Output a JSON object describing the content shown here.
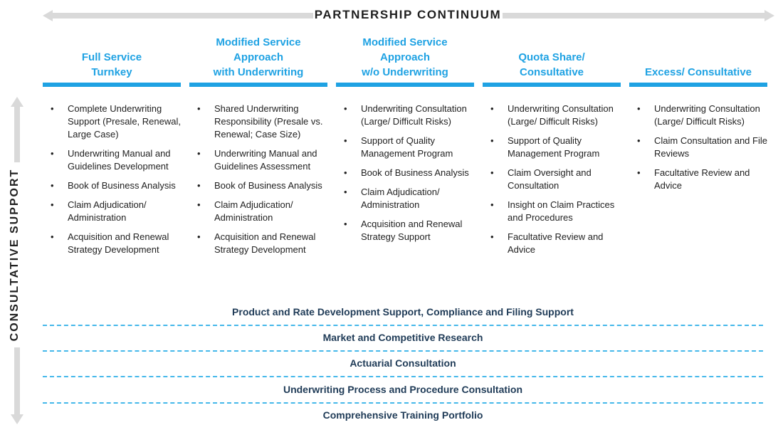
{
  "title": "PARTNERSHIP CONTINUUM",
  "side_label": "CONSULTATIVE SUPPORT",
  "columns": [
    {
      "heading": [
        "Full Service",
        "Turnkey"
      ],
      "items": [
        "Complete Underwriting Support (Presale, Renewal, Large Case)",
        "Underwriting Manual and Guidelines Development",
        "Book of Business Analysis",
        "Claim Adjudication/ Administration",
        "Acquisition and Renewal Strategy Development"
      ]
    },
    {
      "heading": [
        "Modified Service",
        "Approach",
        "with Underwriting"
      ],
      "items": [
        "Shared Underwriting Responsibility (Presale vs. Renewal; Case Size)",
        "Underwriting Manual and Guidelines Assessment",
        "Book of Business Analysis",
        "Claim Adjudication/ Administration",
        "Acquisition and Renewal Strategy Development"
      ]
    },
    {
      "heading": [
        "Modified Service",
        "Approach",
        "w/o Underwriting"
      ],
      "items": [
        "Underwriting Consultation (Large/ Difficult Risks)",
        "Support of Quality Management Program",
        "Book of Business Analysis",
        "Claim Adjudication/ Administration",
        "Acquisition and Renewal Strategy Support"
      ]
    },
    {
      "heading": [
        "Quota Share/",
        "Consultative"
      ],
      "items": [
        "Underwriting Consultation (Large/ Difficult Risks)",
        "Support of Quality Management Program",
        "Claim Oversight and Consultation",
        "Insight on Claim Practices and Procedures",
        "Facultative Review and Advice"
      ]
    },
    {
      "heading": [
        "Excess/ Consultative"
      ],
      "items": [
        "Underwriting Consultation (Large/ Difficult Risks)",
        "Claim Consultation and File Reviews",
        "Facultative Review and Advice"
      ]
    }
  ],
  "bands": [
    "Product and Rate Development Support, Compliance and Filing Support",
    "Market and Competitive Research",
    "Actuarial Consultation",
    "Underwriting Process and Procedure Consultation",
    "Comprehensive Training Portfolio"
  ],
  "bullet_char": "•",
  "colors": {
    "accent": "#1fa2e3",
    "band_text": "#1f3b57",
    "dash": "#45b8ea",
    "arrow": "#d9d9d9"
  }
}
